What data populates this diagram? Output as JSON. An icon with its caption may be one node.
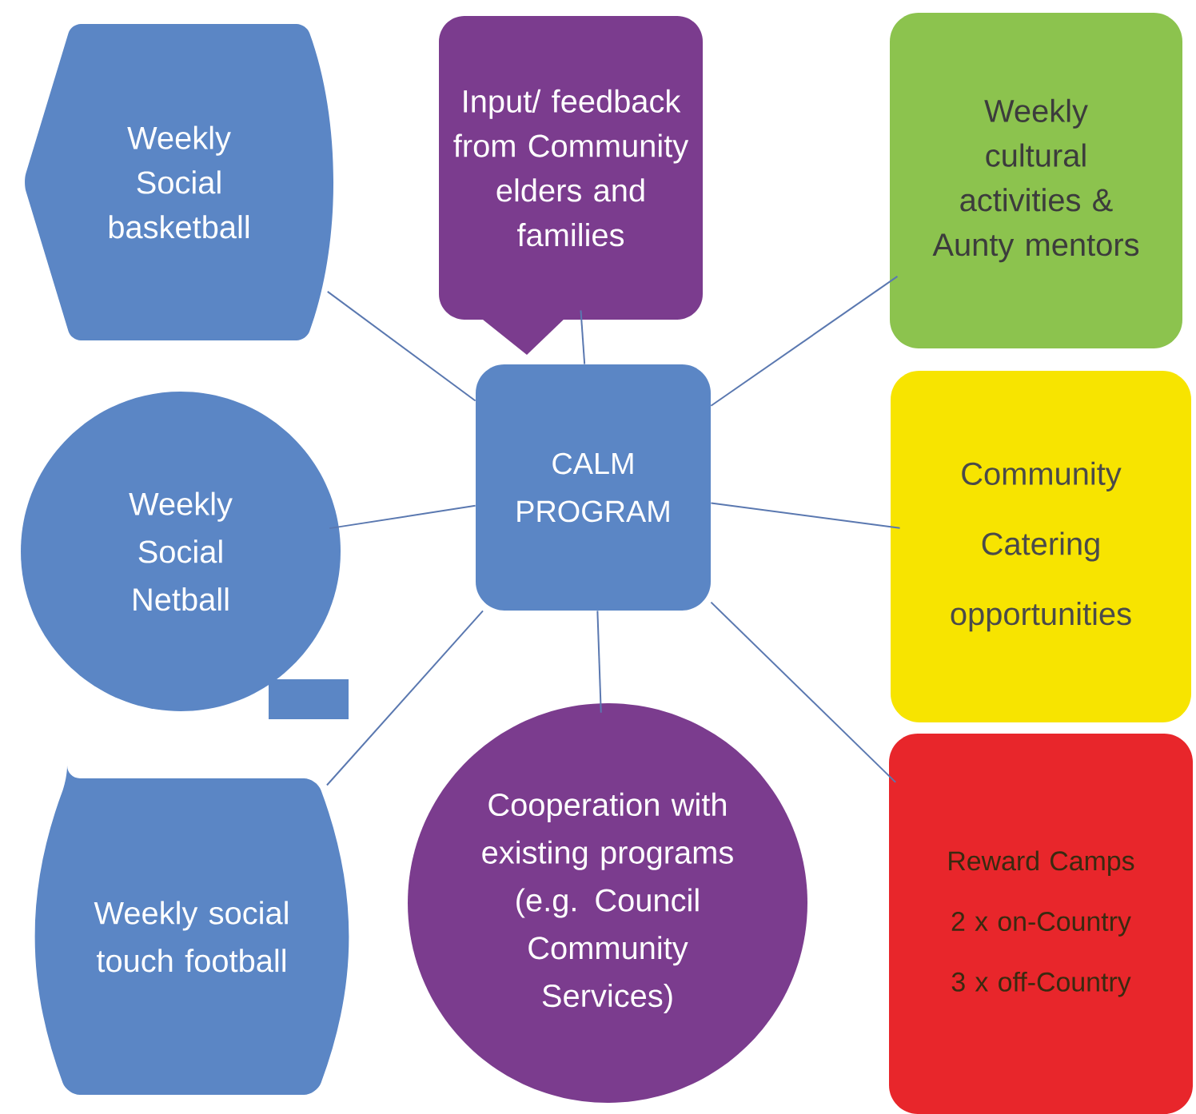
{
  "diagram": {
    "nodes": [
      {
        "text": [
          "Weekly Social basketball"
        ]
      },
      {
        "text": [
          "Input/ feedback from Community elders and families"
        ]
      },
      {
        "text": [
          "Weekly cultural activities & Aunty mentors"
        ]
      },
      {
        "text": [
          "Weekly Social Netball"
        ]
      },
      {
        "text": [
          "CALM PROGRAM"
        ]
      },
      {
        "text": [
          "Community Catering opportunities"
        ]
      },
      {
        "text": [
          "Weekly social touch football"
        ]
      },
      {
        "text": [
          "Cooperation with existing programs (e.g. Council Community Services)"
        ]
      },
      {
        "text": [
          "Reward Camps 2 x on-Country 3 x off-Country"
        ]
      }
    ],
    "edges": [
      {
        "from": 4,
        "to": 0,
        "arrow": "none"
      },
      {
        "from": 4,
        "to": 1,
        "arrow": "none"
      },
      {
        "from": 4,
        "to": 2,
        "arrow": "none"
      },
      {
        "from": 4,
        "to": 3,
        "arrow": "none"
      },
      {
        "from": 4,
        "to": 5,
        "arrow": "none"
      },
      {
        "from": 4,
        "to": 6,
        "arrow": "none"
      },
      {
        "from": 4,
        "to": 7,
        "arrow": "none"
      },
      {
        "from": 4,
        "to": 8,
        "arrow": "none"
      }
    ]
  }
}
